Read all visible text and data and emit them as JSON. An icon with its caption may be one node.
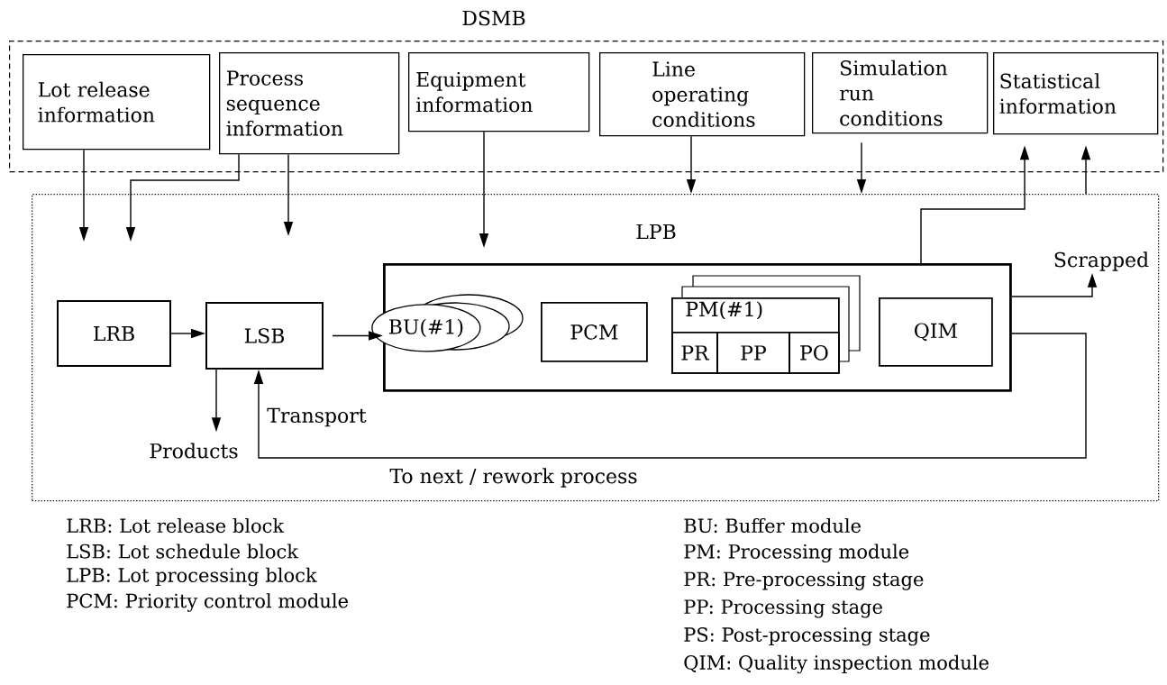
{
  "diagram": {
    "nodes": [
      {
        "text": [
          "DSMB"
        ]
      },
      {
        "text": [
          "Lot release information"
        ],
        "in": 0
      },
      {
        "text": [
          "Process sequence information"
        ],
        "in": 0
      },
      {
        "text": [
          "Equipment information"
        ],
        "in": 0
      },
      {
        "text": [
          "Line operating conditions"
        ],
        "in": 0
      },
      {
        "text": [
          "Simulation run conditions"
        ],
        "in": 0
      },
      {
        "text": [
          "Statistical information"
        ],
        "in": 0
      },
      {
        "text": [],
        "shape": "box"
      },
      {
        "text": [
          "LRB"
        ],
        "in": 7
      },
      {
        "text": [
          "LSB"
        ],
        "in": 7
      },
      {
        "text": [
          "LPB"
        ],
        "in": 7
      },
      {
        "text": [
          "BU(#1)"
        ],
        "in": 10
      },
      {
        "text": [
          "PCM"
        ],
        "in": 10
      },
      {
        "text": [
          "PM(#1)"
        ],
        "in": 10
      },
      {
        "text": [
          "PR"
        ],
        "in": 13
      },
      {
        "text": [
          "PP"
        ],
        "in": 13
      },
      {
        "text": [
          "PO"
        ],
        "in": 13
      },
      {
        "text": [
          "QIM"
        ],
        "in": 10
      },
      {
        "text": [
          "Products"
        ],
        "in": 7
      },
      {
        "text": [
          "Scrapped"
        ],
        "in": 7
      }
    ],
    "edges": [
      {
        "from": 1,
        "to": 7,
        "arrow": "to"
      },
      {
        "from": 2,
        "to": 7,
        "arrow": "to"
      },
      {
        "from": 2,
        "to": 7,
        "arrow": "to"
      },
      {
        "from": 3,
        "to": 10,
        "arrow": "to"
      },
      {
        "from": 4,
        "to": 7,
        "arrow": "to"
      },
      {
        "from": 5,
        "to": 7,
        "arrow": "to"
      },
      {
        "from": 10,
        "to": 6,
        "arrow": "to"
      },
      {
        "from": 7,
        "to": 6,
        "arrow": "to"
      },
      {
        "from": 10,
        "to": 19,
        "arrow": "to"
      },
      {
        "from": 8,
        "to": 9,
        "arrow": "to"
      },
      {
        "from": 9,
        "to": 10,
        "arrow": "to"
      },
      {
        "from": 9,
        "to": 18,
        "arrow": "to"
      },
      {
        "from": 10,
        "to": 9,
        "arrow": "to",
        "label": "To next / rework process"
      }
    ],
    "labels": [
      "Transport",
      "LRB: Lot release block",
      "LSB: Lot schedule block",
      "LPB: Lot processing block",
      "PCM: Priority control module",
      "BU: Buffer module",
      "PM: Processing module",
      "PR: Pre-processing stage",
      "PP: Processing stage",
      "PS: Post-processing stage",
      "QIM: Quality inspection module"
    ]
  }
}
